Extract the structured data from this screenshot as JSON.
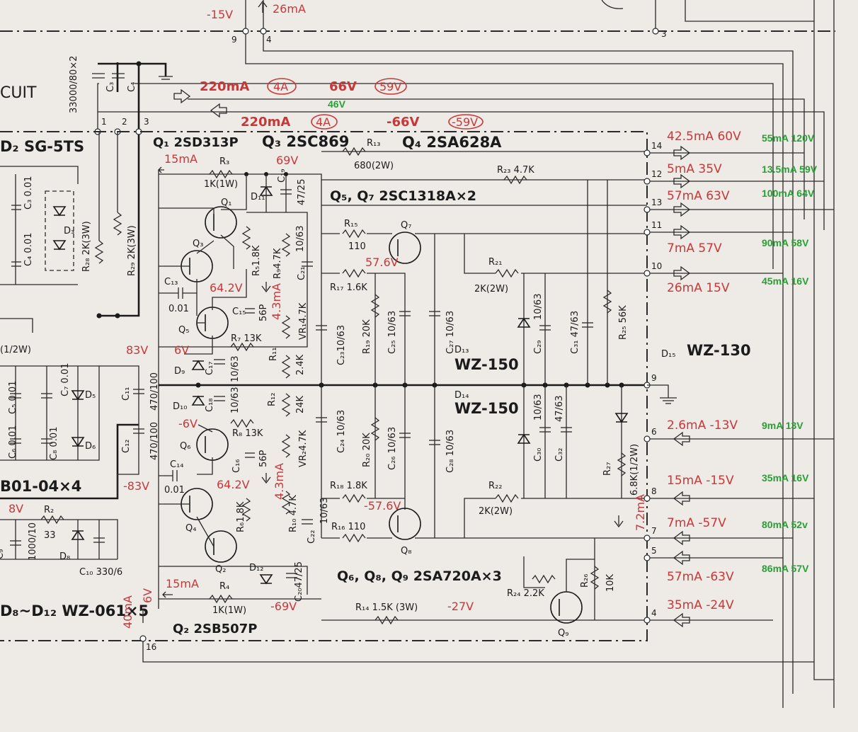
{
  "top": {
    "minus15v": "-15V",
    "ma26": "26mA",
    "pin9": "9",
    "pin4": "4",
    "pin3": "3",
    "cap_rating": "33000/80×2",
    "c3": "C₃",
    "c4": "C₄",
    "circuit_fragment": "CUIT",
    "ma220_a": "220mA",
    "a4_a": "4A",
    "v66": "66V",
    "v59": "59V",
    "v46": "46V",
    "ma220_b": "220mA",
    "a4_b": "4A",
    "vm66": "-66V",
    "vm59": "-59V",
    "pin1": "1",
    "pin2": "2",
    "pin3b": "3"
  },
  "header": {
    "d2": "D₂ SG-5TS",
    "q1": "Q₁ 2SD313P",
    "q3": "Q₃ 2SC869",
    "r13": "R₁₃",
    "r13_val": "680(2W)",
    "q4": "Q₄ 2SA628A",
    "q5q7": "Q₅, Q₇ 2SC1318A×2",
    "d13": "D₁₃",
    "wz150_a": "WZ-150",
    "d14": "D₁₄",
    "wz150_b": "WZ-150",
    "d15": "D₁₅",
    "wz130": "WZ-130",
    "q6q8q9": "Q₆, Q₈, Q₉ 2SA720A×3",
    "b01": "B01-04×4",
    "d8d12": "D₈~D₁₂ WZ-061×5",
    "q2": "Q₂ 2SB507P"
  },
  "left_components": [
    "C₃ 0.01",
    "C₄ 0.01",
    "D₃",
    "R₂₈ 2K(3W)",
    "R₂₉ 2K(3W)",
    "C₅ 0.01",
    "C₆ 0.01",
    "C₇ 0.01",
    "C₈ 0.01",
    "D₅",
    "D₆",
    "(1/2W)",
    "R₂",
    "33",
    "C₉",
    "1000/10",
    "D₈",
    "C₁₀ 330/6"
  ],
  "components": {
    "r3": "R₃",
    "r3_val": "1K(1W)",
    "r5": "R₅1.8K",
    "r9": "R₉4.7K",
    "d11": "D₁₁",
    "c19": "C₁₉",
    "c19_val": "47/25",
    "c21": "C₂₁",
    "c21_val": "10/63",
    "c13": "C₁₃",
    "c13_val": "0.01",
    "c15": "C₁₅",
    "c15_val": "56P",
    "vr1": "VR₁4.7K",
    "r7": "R₇ 13K",
    "r11": "R₁₁",
    "r11_val": "2.4K",
    "d9": "D₉",
    "c17": "C₁₇",
    "c17_val": "10/63",
    "d10": "D₁₀",
    "c18": "C₁₈",
    "c18_val": "10/63",
    "r12": "R₁₂",
    "r12_val": "24K",
    "r8": "R₈ 13K",
    "c14": "C₁₄",
    "c14_val": "0.01",
    "c16": "C₁₆",
    "c16_val": "56P",
    "r6": "R₆1.8K",
    "vr2": "VR₂4.7K",
    "r10": "R₁₀ 4.7K",
    "c22": "C₂₂",
    "c22_val": "10/63",
    "r4": "R₄",
    "r4_val": "1K(1W)",
    "d12": "D₁₂",
    "c20": "C₂₀47/25",
    "c11": "C₁₁",
    "c11_val": "470/100",
    "c12": "C₁₂",
    "c12_val": "470/100",
    "r15": "R₁₅",
    "r15_val": "110",
    "r17": "R₁₇ 1.6K",
    "c23": "C₂₃10/63",
    "r19": "R₁₉ 20K",
    "c25": "C₂₅ 10/63",
    "c27": "C₂₇ 10/63",
    "r21": "R₂₁",
    "r21_val": "2K(2W)",
    "r23": "R₂₃ 4.7K",
    "c29": "C₂₉",
    "c29_val": "10/63",
    "c31": "C₃₁ 47/63",
    "r25": "R₂₅ 56K",
    "c24": "C₂₄ 10/63",
    "r20": "R₂₀ 20K",
    "c26": "C₂₆ 10/63",
    "c28": "C₂₈ 10/63",
    "c30": "C₃₀",
    "c30_val": "10/63",
    "c32": "C₃₂",
    "c32_val": "47/63",
    "r27": "R₂₇",
    "r27_val": "6.8K(1/2W)",
    "r18": "R₁₈ 1.8K",
    "r16": "R₁₆ 110",
    "r22": "R₂₂",
    "r22_val": "2K(2W)",
    "r24": "R₂₄ 2.2K",
    "r26": "R₂₆",
    "r26_val": "10K",
    "r14": "R₁₄ 1.5K (3W)"
  },
  "transistor_tags": [
    "Q₁",
    "Q₃",
    "Q₅",
    "Q₆",
    "Q₄",
    "Q₂",
    "Q₇",
    "Q₈",
    "Q₉"
  ],
  "red_values": {
    "ma15_top": "15mA",
    "v69": "69V",
    "v57_6": "57.6V",
    "v64_2_a": "64.2V",
    "ma4_3_a": "4.3mA",
    "v83": "83V",
    "v6": "6V",
    "vm6": "-6V",
    "vm83": "-83V",
    "v64_2_b": "64.2V",
    "ma4_3_b": "4.3mA",
    "vm57_6": "-57.6V",
    "ma15_bot": "15mA",
    "vm69": "-69V",
    "vm27": "-27V",
    "v8": "8V",
    "ma40": "40mA",
    "v6b": "6V",
    "ma7_2": "7.2mA"
  },
  "outputs": [
    {
      "pin": "14",
      "red": "42.5mA 60V",
      "green": "55mA 120V"
    },
    {
      "pin": "12",
      "red": "5mA 35V",
      "green": "13.5mA 59V"
    },
    {
      "pin": "13",
      "red": "57mA 63V",
      "green": "100mA 64V"
    },
    {
      "pin": "11",
      "red": "7mA 57V",
      "green": "90mA 58V"
    },
    {
      "pin": "10",
      "red": "26mA 15V",
      "green": "45mA 16V"
    },
    {
      "pin": "9",
      "red": "",
      "green": ""
    },
    {
      "pin": "6",
      "red": "2.6mA -13V",
      "green": "9mA 13V"
    },
    {
      "pin": "8",
      "red": "15mA -15V",
      "green": "35mA 16V"
    },
    {
      "pin": "7",
      "red": "7mA -57V",
      "green": "80mA 52v"
    },
    {
      "pin": "5",
      "red": "57mA -63V",
      "green": "86mA 57V"
    },
    {
      "pin": "4",
      "red": "35mA -24V",
      "green": ""
    }
  ],
  "pin16": "16"
}
